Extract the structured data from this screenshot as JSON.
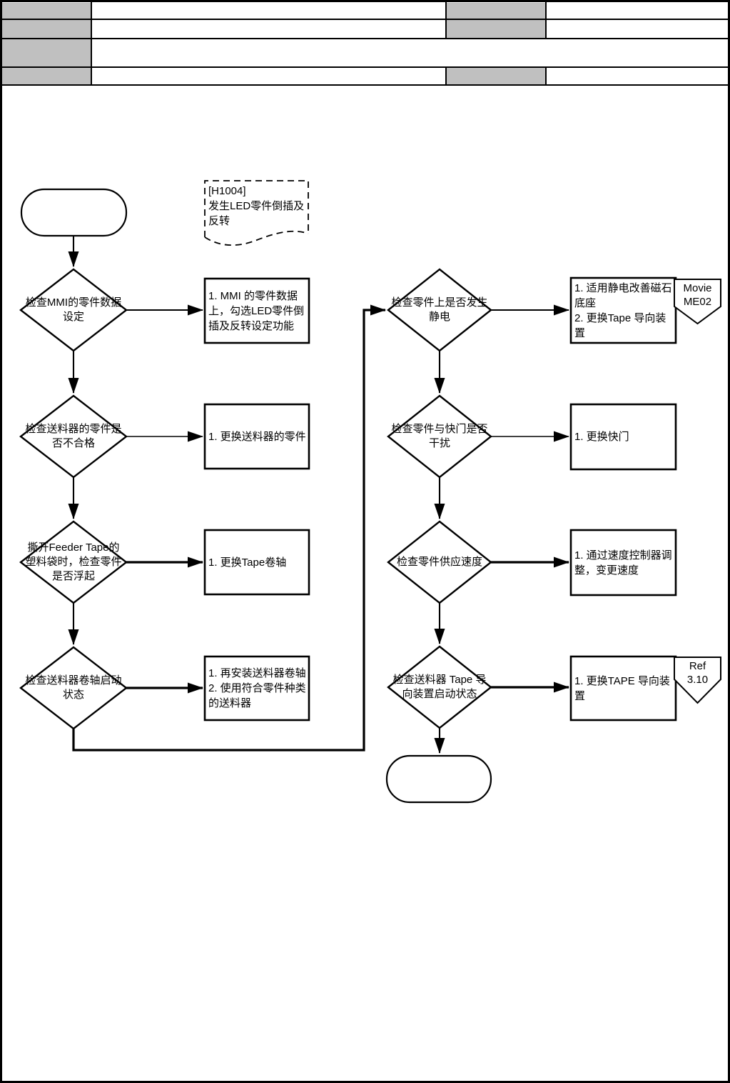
{
  "colors": {
    "line": "#000000",
    "header_cell_gray": "#c0c0c0",
    "background": "#ffffff"
  },
  "note": {
    "text": "[H1004]\n发生LED零件倒插及\n反转"
  },
  "flow": {
    "left": [
      {
        "question": "检查MMI的零件数据\n设定",
        "action": "1. MMI 的零件数据\n上，勾选LED零件倒\n插及反转设定功能"
      },
      {
        "question": "检查送料器的零件是\n否不合格",
        "action": "1. 更换送料器的零件"
      },
      {
        "question": "撕开Feeder Tape的\n塑料袋时，检查零件\n是否浮起",
        "action": "1. 更换Tape卷轴"
      },
      {
        "question": "检查送料器卷轴启动\n状态",
        "action": "1. 再安装送料器卷轴\n2. 使用符合零件种类\n的送料器"
      }
    ],
    "right": [
      {
        "question": "检查零件上是否发生\n静电",
        "action": "1. 适用静电改善磁石\n底座\n2. 更换Tape 导向装\n置",
        "tag": "Movie\nME02"
      },
      {
        "question": "检查零件与快门是否\n干扰",
        "action": "1. 更换快门"
      },
      {
        "question": "检查零件供应速度",
        "action": "1. 通过速度控制器调\n整，变更速度"
      },
      {
        "question": "检查送料器 Tape 导\n向装置启动状态",
        "action": "1. 更换TAPE 导向装\n置",
        "tag": "Ref\n3.10"
      }
    ]
  }
}
